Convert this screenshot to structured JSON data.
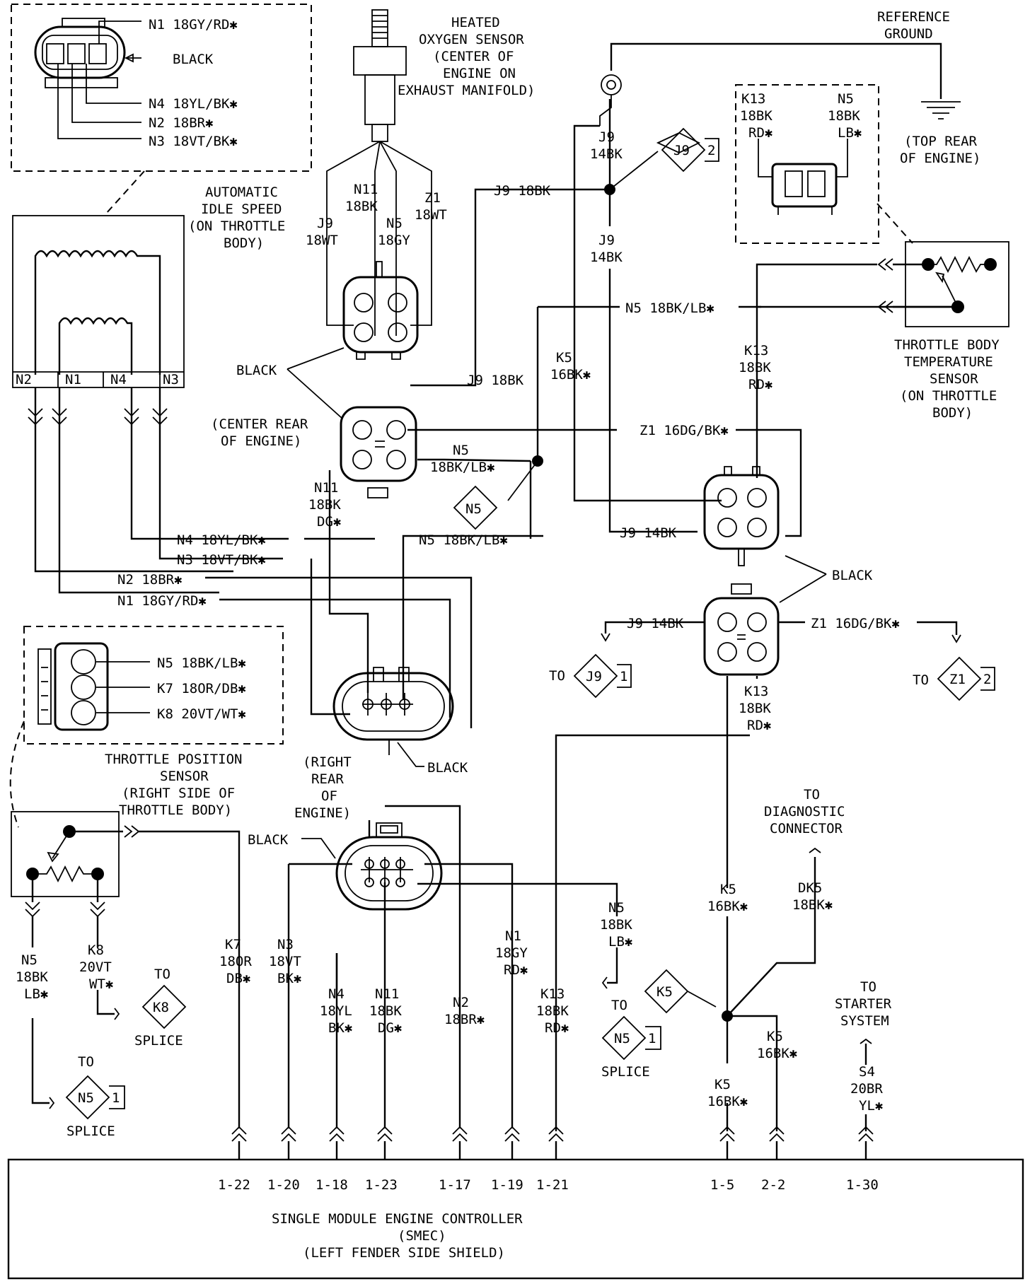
{
  "labels": {
    "hdr_n1": "N1 18GY/RD✱",
    "hdr_black": "BLACK",
    "hdr_n4": "N4 18YL/BK✱",
    "hdr_n2": "N2 18BR✱",
    "hdr_n3": "N3 18VT/BK✱",
    "ais_1": "AUTOMATIC",
    "ais_2": "IDLE SPEED",
    "ais_3": "(ON THROTTLE",
    "ais_4": "BODY)",
    "ho2_1": "HEATED",
    "ho2_2": "OXYGEN SENSOR",
    "ho2_3": "(CENTER OF",
    "ho2_4": "ENGINE ON",
    "ho2_5": "EXHAUST MANIFOLD)",
    "ref_1": "REFERENCE",
    "ref_2": "GROUND",
    "top_rear_1": "(TOP REAR",
    "top_rear_2": "OF ENGINE)",
    "box_k13_1": "K13",
    "box_k13_2": "18BK",
    "box_k13_3": "RD✱",
    "box_n5_1": "N5",
    "box_n5_2": "18BK",
    "box_n5_3": "LB✱",
    "ho2_j9_1": "J9",
    "ho2_j9_2": "18WT",
    "ho2_n11_1": "N11",
    "ho2_n11_2": "18BK",
    "ho2_n5_1": "N5",
    "ho2_n5_2": "18GY",
    "ho2_z1_1": "Z1",
    "ho2_z1_2": "18WT",
    "j9_14bk_top_1": "J9",
    "j9_14bk_top_2": "14BK",
    "j9_18bk": "J9 18BK",
    "j9_14bk_mid_1": "J9",
    "j9_14bk_mid_2": "14BK",
    "n5_18bklb_top": "N5 18BK/LB✱",
    "tbt_1": "THROTTLE BODY",
    "tbt_2": "TEMPERATURE",
    "tbt_3": "SENSOR",
    "tbt_4": "(ON THROTTLE",
    "tbt_5": "BODY)",
    "k13_r_1": "K13",
    "k13_r_2": "18BK",
    "k13_r_3": "RD✱",
    "k5_16bk_1": "K5",
    "k5_16bk_2": "16BK✱",
    "n2": "N2",
    "n1": "N1",
    "n4": "N4",
    "n3": "N3",
    "black_1": "BLACK",
    "j9_18bk_c": "J9 18BK",
    "center_rear_1": "(CENTER REAR",
    "center_rear_2": "OF ENGINE)",
    "z1_16dgbk": "Z1 16DG/BK✱",
    "n5_sp_1": "N5",
    "n5_sp_2": "18BK/LB✱",
    "n11_dg_1": "N11",
    "n11_dg_2": "18BK",
    "n11_dg_3": "DG✱",
    "n5_diamond": "N5",
    "j9_14bk_h": "J9 14BK",
    "black_2": "BLACK",
    "n4_18ylbk": "N4 18YL/BK✱",
    "n5_18bklb_h": "N5 18BK/LB✱",
    "n3_18vtbk": "N3 18VT/BK✱",
    "n2_18br": "N2 18BR✱",
    "n1_18gyrd": "N1 18GY/RD✱",
    "j9_14bk_low": "J9 14BK",
    "z1_16dgbk_low": "Z1 16DG/BK✱",
    "to_j9": "TO",
    "j9_d": "J9",
    "j9_d_n": "1",
    "to_z1": "TO",
    "z1_d": "Z1",
    "z1_d_n": "2",
    "j9_top_d": "J9",
    "j9_top_d_n": "2",
    "tps_n5": "N5 18BK/LB✱",
    "tps_k7": "K7 18OR/DB✱",
    "tps_k8": "K8 20VT/WT✱",
    "tps_1": "THROTTLE POSITION",
    "tps_2": "SENSOR",
    "tps_3": "(RIGHT SIDE OF",
    "tps_4": "THROTTLE BODY)",
    "black_3": "BLACK",
    "k13_low_1": "K13",
    "k13_low_2": "18BK",
    "k13_low_3": "RD✱",
    "rr_1": "(RIGHT",
    "rr_2": "REAR",
    "rr_3": "OF",
    "rr_4": "ENGINE)",
    "black_4": "BLACK",
    "diag_1": "TO",
    "diag_2": "DIAGNOSTIC",
    "diag_3": "CONNECTOR",
    "dk5_1": "DK5",
    "dk5_2": "18BK✱",
    "k5_up_1": "K5",
    "k5_up_2": "16BK✱",
    "n5_spl_1": "N5",
    "n5_spl_2": "18BK",
    "n5_spl_3": "LB✱",
    "to_n5_r": "TO",
    "n5_r_d": "N5",
    "n5_r_n": "1",
    "splice_r": "SPLICE",
    "k5_diamond": "K5",
    "k5_r_1": "K5",
    "k5_r_2": "16BK✱",
    "k5_low_1": "K5",
    "k5_low_2": "16BK✱",
    "starter_1": "TO",
    "starter_2": "STARTER",
    "starter_3": "SYSTEM",
    "s4_1": "S4",
    "s4_2": "20BR",
    "s4_3": "YL✱",
    "k7_1": "K7",
    "k7_2": "18OR",
    "k7_3": "DB✱",
    "n3_w_1": "N3",
    "n3_w_2": "18VT",
    "n3_w_3": "BK✱",
    "n4_w_1": "N4",
    "n4_w_2": "18YL",
    "n4_w_3": "BK✱",
    "n11_w_1": "N11",
    "n11_w_2": "18BK",
    "n11_w_3": "DG✱",
    "n2_w_1": "N2",
    "n2_w_2": "18BR✱",
    "n1_w_1": "N1",
    "n1_w_2": "18GY",
    "n1_w_3": "RD✱",
    "k13_w_1": "K13",
    "k13_w_2": "18BK",
    "k13_w_3": "RD✱",
    "n5_l_1": "N5",
    "n5_l_2": "18BK",
    "n5_l_3": "LB✱",
    "k8_1": "K8",
    "k8_2": "20VT",
    "k8_3": "WT✱",
    "to_k8": "TO",
    "k8_d": "K8",
    "splice_k8": "SPLICE",
    "to_n5_l": "TO",
    "n5_l_d": "N5",
    "n5_l_n": "1",
    "splice_l": "SPLICE",
    "pin_122": "1-22",
    "pin_120": "1-20",
    "pin_118": "1-18",
    "pin_123": "1-23",
    "pin_117": "1-17",
    "pin_119": "1-19",
    "pin_121": "1-21",
    "pin_15": "1-5",
    "pin_22": "2-2",
    "pin_130": "1-30",
    "smec_1": "SINGLE MODULE ENGINE CONTROLLER",
    "smec_2": "(SMEC)",
    "smec_3": "(LEFT FENDER SIDE SHIELD)"
  }
}
